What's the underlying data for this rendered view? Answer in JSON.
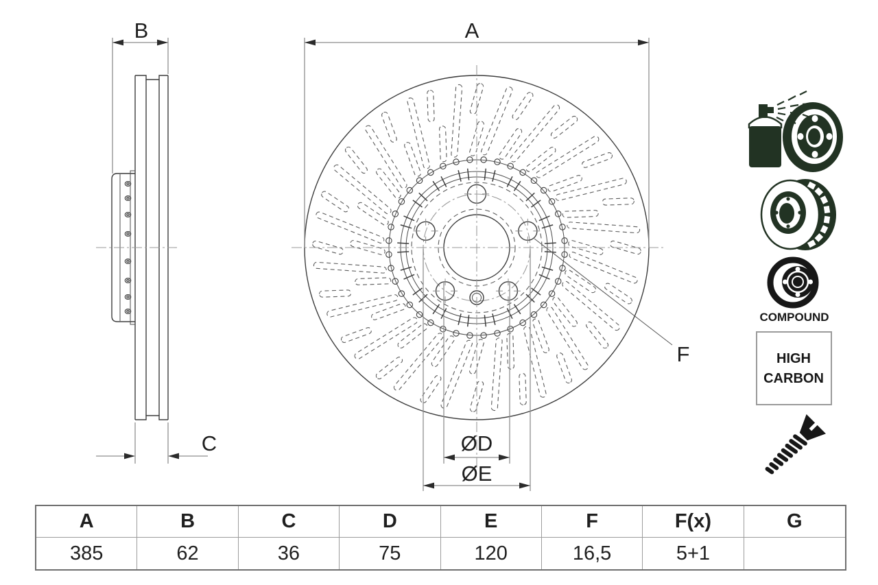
{
  "colors": {
    "line": "#3d3d3d",
    "dimension": "#8e8e8e",
    "icon_green": "#223323",
    "icon_black": "#171717",
    "background": "#ffffff"
  },
  "drawing": {
    "labels": {
      "a": "A",
      "b": "B",
      "c": "C",
      "d": "ØD",
      "e": "ØE",
      "f": "F"
    }
  },
  "icons": {
    "coated_disc_spray": "spray-coated-disc-icon",
    "vented_disc": "vented-disc-icon",
    "compound_disc": "compound-disc-icon",
    "compound_label": "COMPOUND",
    "high_carbon_line1": "HIGH",
    "high_carbon_line2": "CARBON",
    "screw": "countersunk-screw-icon"
  },
  "table": {
    "headers": [
      "A",
      "B",
      "C",
      "D",
      "E",
      "F",
      "F(x)",
      "G"
    ],
    "values": [
      "385",
      "62",
      "36",
      "75",
      "120",
      "16,5",
      "5+1",
      ""
    ]
  }
}
